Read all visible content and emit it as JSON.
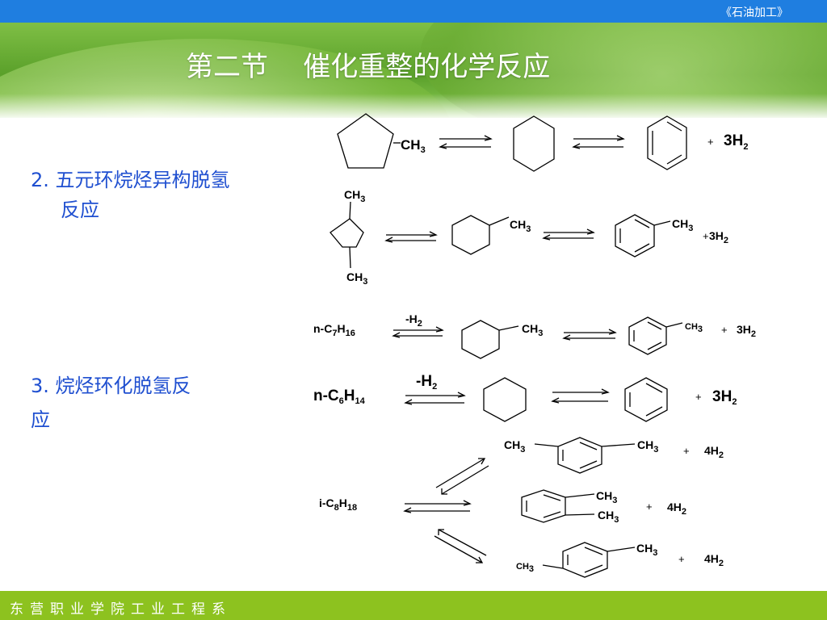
{
  "header": {
    "book": "《石油加工》"
  },
  "title": "第二节    催化重整的化学反应",
  "section2": {
    "line1": "2. 五元环烷烃异构脱氢",
    "line2": "反应"
  },
  "section3": {
    "line1": "3. 烷烃环化脱氢反",
    "line2": "应"
  },
  "chem": {
    "methyl_c": "CH",
    "methyl_sub": "3",
    "plus": "+",
    "h2": "H",
    "h2_sub": "2",
    "coef3": "3",
    "coef4": "4",
    "minus": "-",
    "n": "n-C",
    "i": "i-C",
    "c7_sub": "7",
    "h16": "H",
    "h16_sub": "16",
    "c6_sub": "6",
    "h14": "H",
    "h14_sub": "14",
    "c8_sub": "8",
    "h18": "H",
    "h18_sub": "18"
  },
  "footer": {
    "org": "东营职业学院工业工程系"
  }
}
